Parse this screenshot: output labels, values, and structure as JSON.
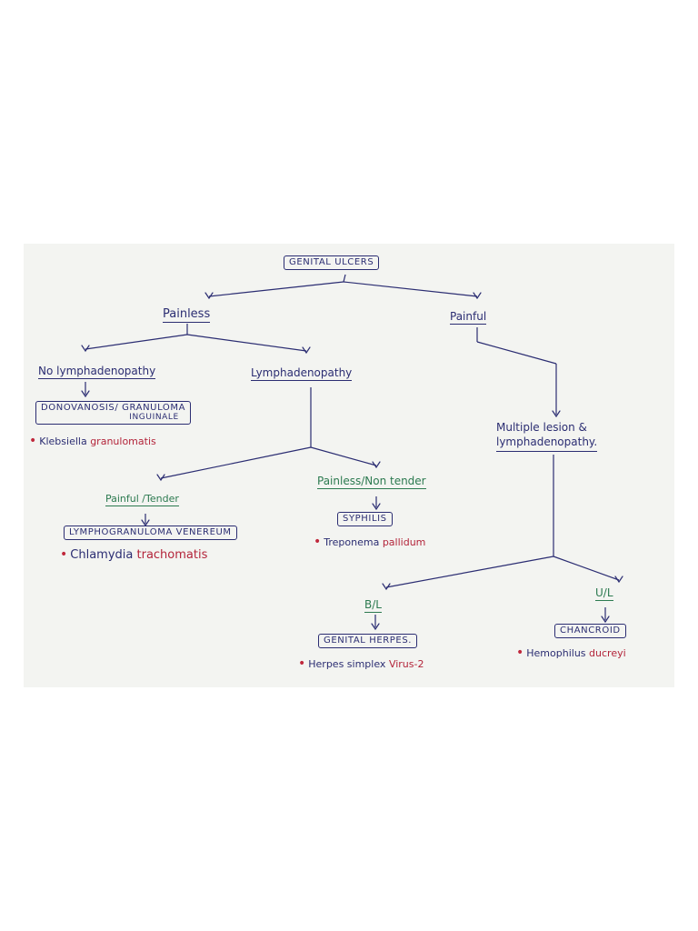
{
  "root": "GENITAL ULCERS",
  "painless": "Painless",
  "painful": "Painful",
  "no_lymph": "No lymphadenopathy",
  "lymph": "Lymphadenopathy",
  "donovanosis": {
    "line1": "DONOVANOSIS/ GRANULOMA",
    "line2": "INGUINALE"
  },
  "klebsiella": {
    "plain": "Klebsiella",
    "red": "granulomatis"
  },
  "painful_tender": "Painful /Tender",
  "painless_nontender": "Painless/Non tender",
  "lgv": "LYMPHOGRANULOMA VENEREUM",
  "chlamydia": {
    "plain": "Chlamydia",
    "red": "trachomatis"
  },
  "syphilis": "SYPHILIS",
  "treponema": {
    "plain": "Treponema",
    "red": "pallidum"
  },
  "multiple": {
    "line1": "Multiple lesion &",
    "line2": "lymphadenopathy."
  },
  "bl": "B/L",
  "ul": "U/L",
  "herpes": "GENITAL HERPES.",
  "herpes_virus": {
    "plain": "Herpes simplex",
    "red": "Virus-2"
  },
  "chancroid": "CHANCROID",
  "hemophilus": {
    "plain": "Hemophilus",
    "red": "ducreyi"
  },
  "colors": {
    "ink": "#2b2d72",
    "green": "#2c7a50",
    "red": "#b3243a",
    "paper": "#f3f4f1"
  }
}
